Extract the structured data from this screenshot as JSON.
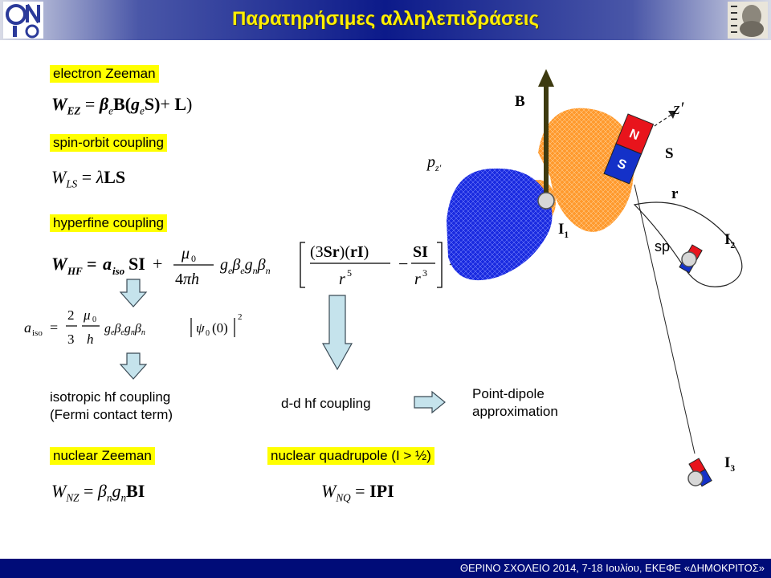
{
  "header": {
    "title": "Παρατηρήσιμες αλληλεπιδράσεις"
  },
  "footer": {
    "text": "ΘΕΡΙΝΟ ΣΧΟΛΕΙΟ 2014, 7-18 Ιουλίου, ΕΚΕΦΕ «ΔΗΜΟΚΡΙΤΟΣ»"
  },
  "labels": {
    "electron_zeeman": "electron Zeeman",
    "spin_orbit": "spin-orbit coupling",
    "hyperfine": "hyperfine coupling",
    "nuclear_zeeman": "nuclear Zeeman",
    "nuclear_quadrupole": "nuclear quadrupole (I > ½)"
  },
  "equations": {
    "wez": "W_EZ = β_e B(g_e S) + L)",
    "wls": "W_LS = λLS",
    "whf": "W_HF = a_iso SI + (μ0/4πh) g_e β_e g_n β_n [ (3Sr)(rI)/r^5 − SI/r^3 ]",
    "aiso": "a_iso = (2/3)(μ0/h) g_e β_e g_n β_n |ψ0(0)|^2",
    "wnz": "W_NZ = β_n g_n BI",
    "wnq": "W_NQ = IPI"
  },
  "texts": {
    "isotropic_line1": "isotropic hf coupling",
    "isotropic_line2": "(Fermi contact term)",
    "dd_coupling": "d-d hf coupling",
    "point_dipole_line1": "Point-dipole",
    "point_dipole_line2": "approximation"
  },
  "diagram": {
    "B": "B",
    "z_prime": "z′",
    "S": "S",
    "r": "r",
    "pz": "p",
    "pz_sub": "z′",
    "I1": "I",
    "I1_sub": "1",
    "I2": "I",
    "I2_sub": "2",
    "I3": "I",
    "I3_sub": "3",
    "sp": "sp",
    "N": "N",
    "Sm": "S"
  },
  "colors": {
    "header_blue": "#0c1a8a",
    "title_yellow": "#ffef00",
    "label_bg": "#ffff00",
    "arrow_fill": "#c5e3ec",
    "orbital_blue": "#1a2be0",
    "orbital_orange": "#ff9a2e",
    "magnet_red": "#e8141c",
    "magnet_blue": "#1431c8"
  }
}
